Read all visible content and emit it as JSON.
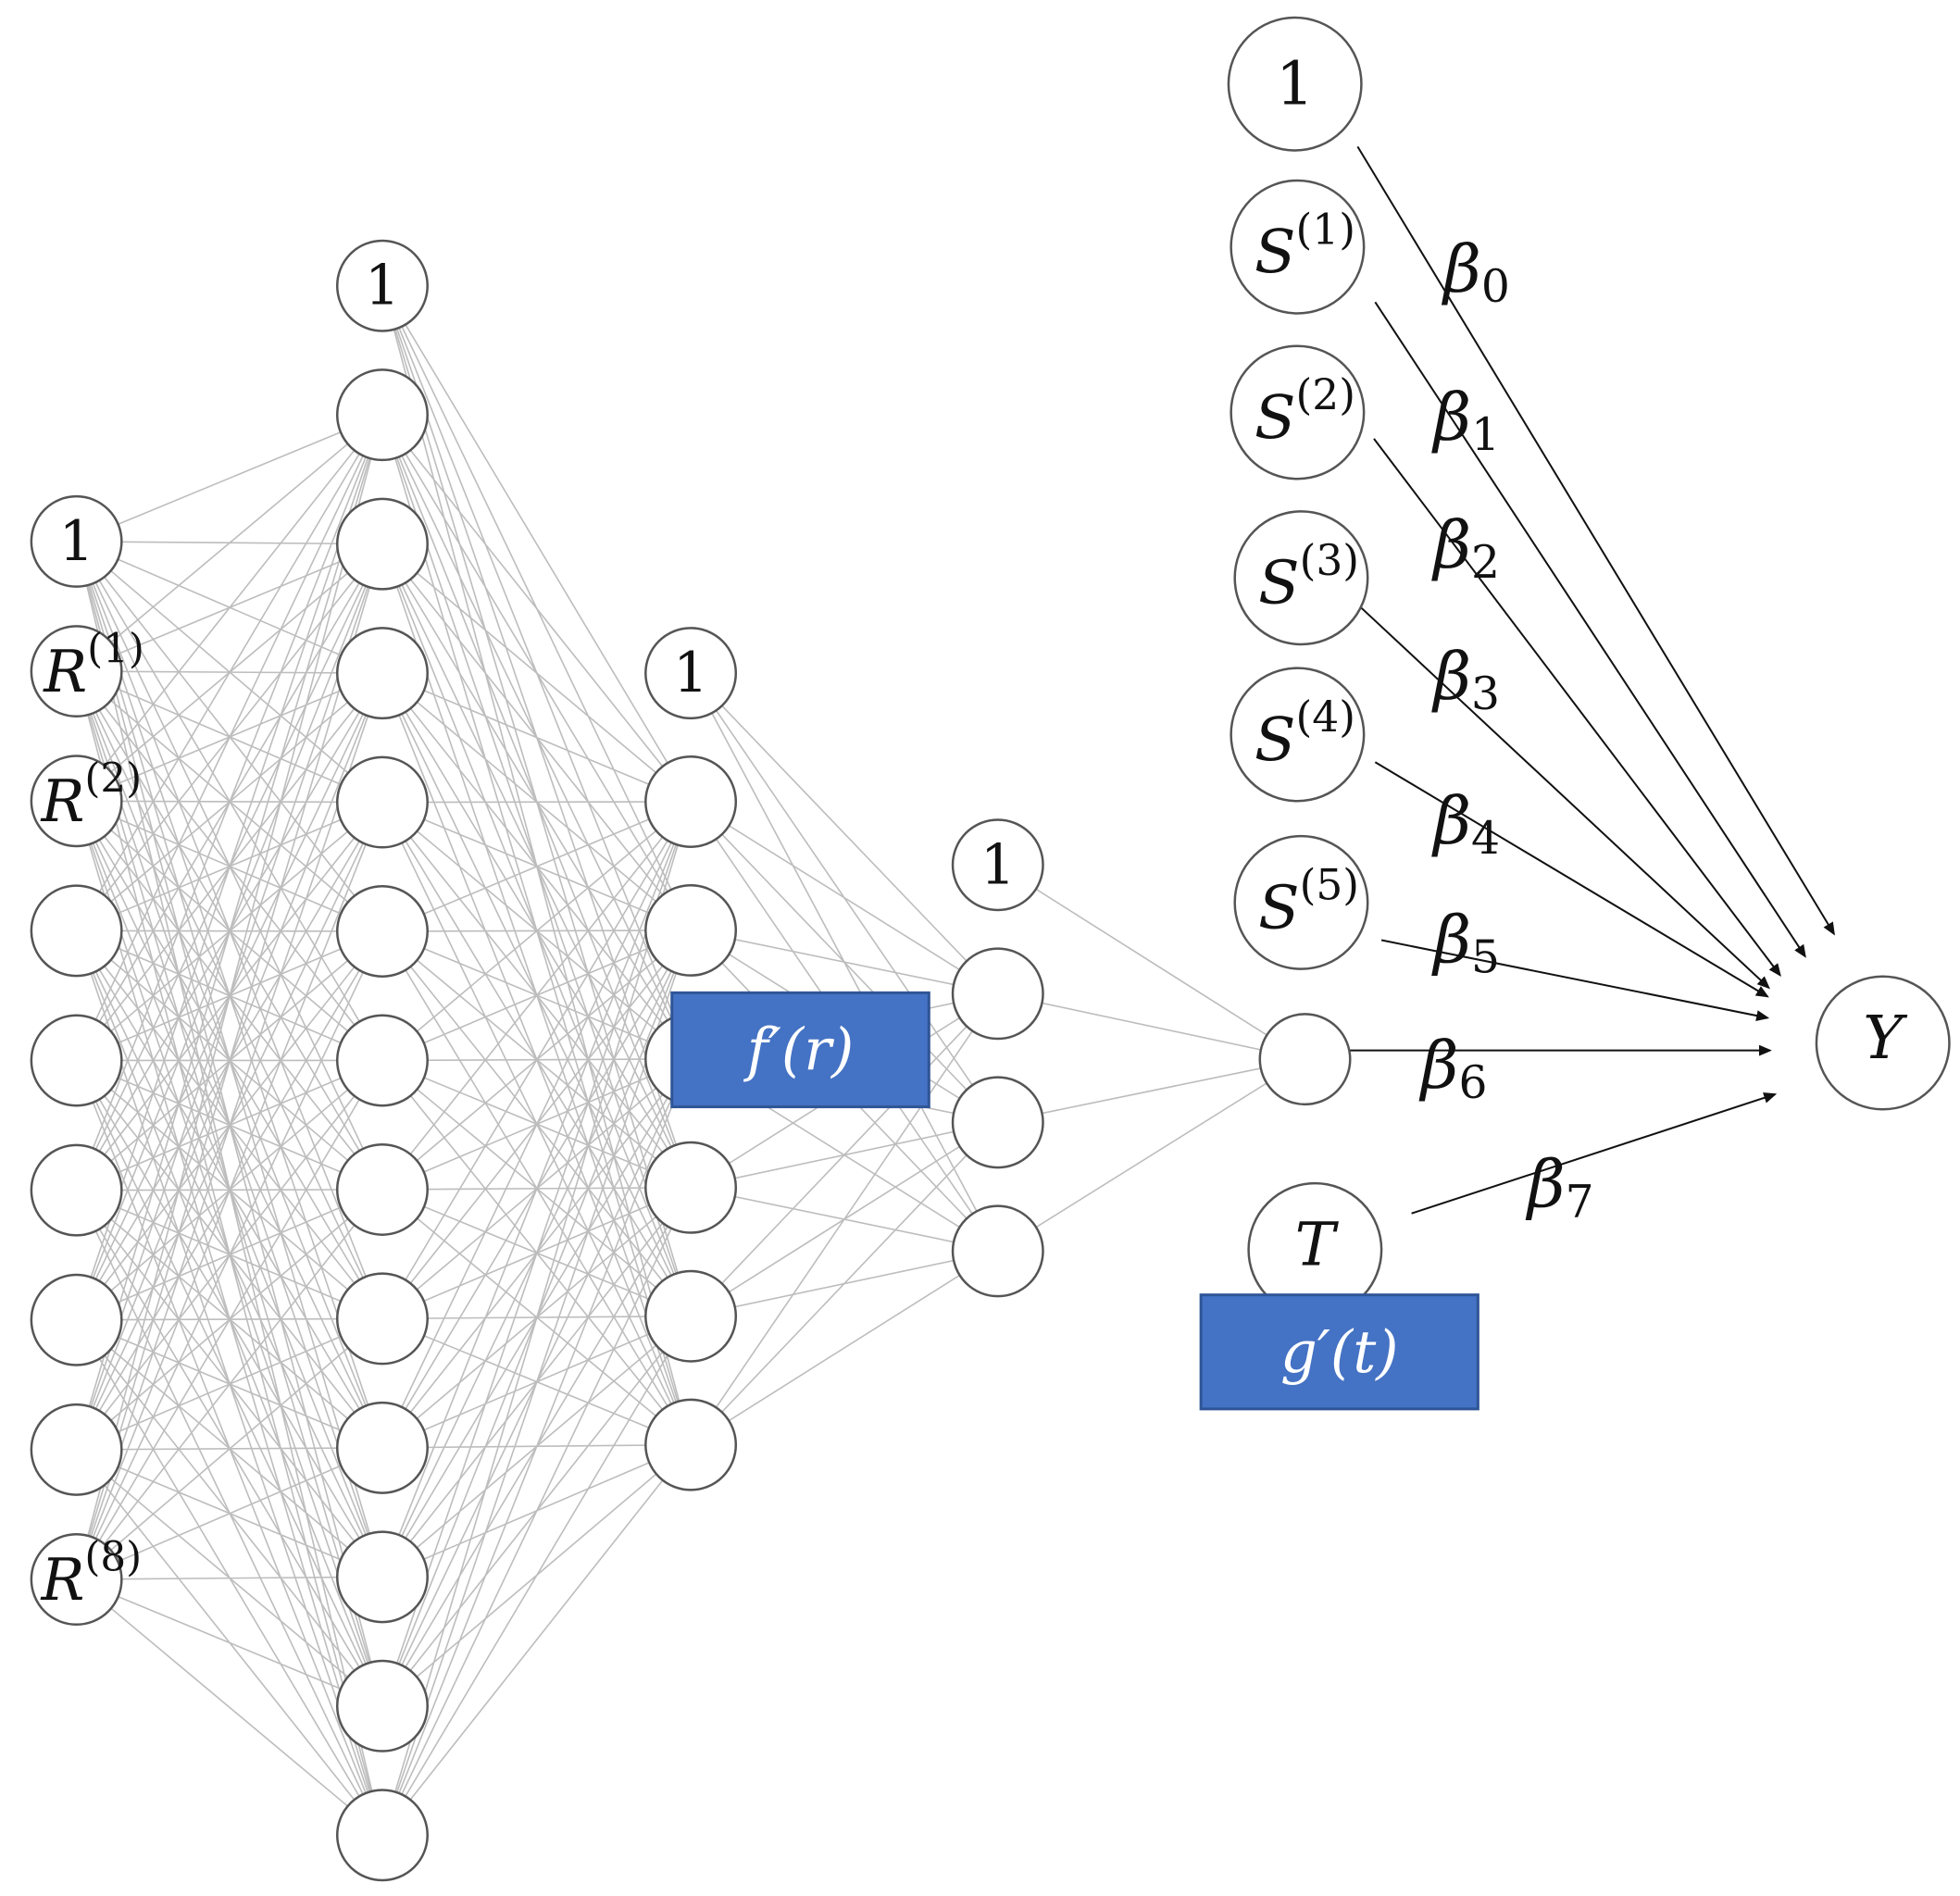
{
  "labels": {
    "bias": "1",
    "r_var": "R",
    "s_var": "S",
    "t_var": "T",
    "y_var": "Y",
    "beta": "β"
  },
  "input_layer": {
    "superscripts": [
      "(1)",
      "(2)",
      "(8)"
    ]
  },
  "s_inputs": {
    "superscripts": [
      "(1)",
      "(2)",
      "(3)",
      "(4)",
      "(5)"
    ]
  },
  "coefficients": [
    "0",
    "1",
    "2",
    "3",
    "4",
    "5",
    "6",
    "7"
  ],
  "boxes": {
    "f_label": "f′(r)",
    "g_label": "g′(t)"
  },
  "colors": {
    "box_fill": "#4472c4",
    "box_border": "#2f5597",
    "edge": "#bdbdbd",
    "node_stroke": "#555555"
  }
}
